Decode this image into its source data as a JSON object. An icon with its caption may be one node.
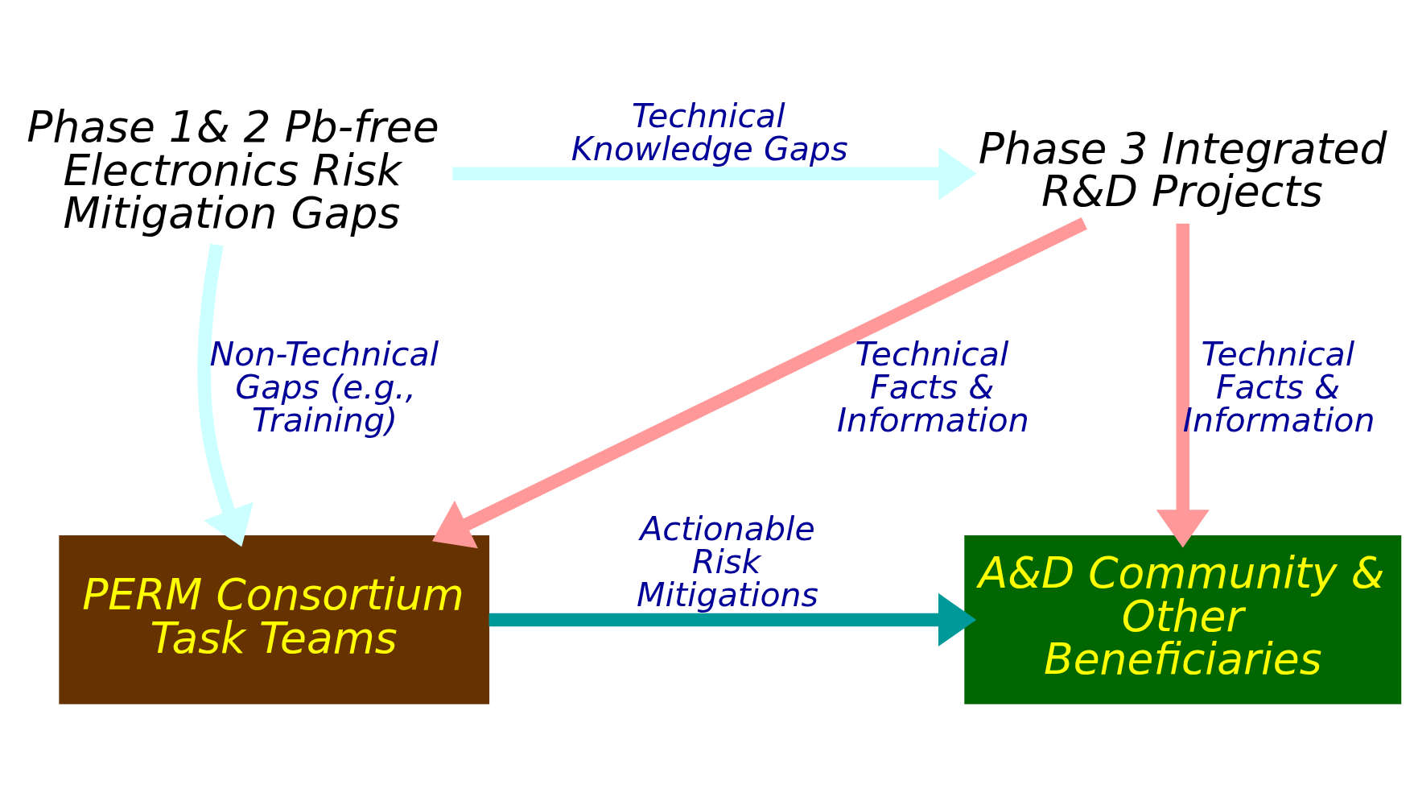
{
  "diagram": {
    "nodes": [
      {
        "text": [
          "Phase 1& 2 Pb-free Electronics Risk Mitigation Gaps"
        ]
      },
      {
        "text": [
          "Phase 3 Integrated R&D Projects"
        ]
      },
      {
        "text": [
          "PERM Consortium Task Teams"
        ]
      },
      {
        "text": [
          "A&D Community & Other Beneficiaries"
        ]
      }
    ],
    "edges": [
      {
        "from": 0,
        "to": 1,
        "arrow": "to",
        "label": "Technical Knowledge Gaps",
        "color": "#ccffff"
      },
      {
        "from": 0,
        "to": 2,
        "arrow": "to",
        "label": "Non-Technical Gaps (e.g., Training)",
        "color": "#ccffff"
      },
      {
        "from": 1,
        "to": 2,
        "arrow": "to",
        "label": "Technical Facts & Information",
        "color": "#ff9999"
      },
      {
        "from": 1,
        "to": 3,
        "arrow": "to",
        "label": "Technical Facts & Information",
        "color": "#ff9999"
      },
      {
        "from": 2,
        "to": 3,
        "arrow": "to",
        "label": "Actionable Risk Mitigations",
        "color": "#009999"
      }
    ]
  }
}
